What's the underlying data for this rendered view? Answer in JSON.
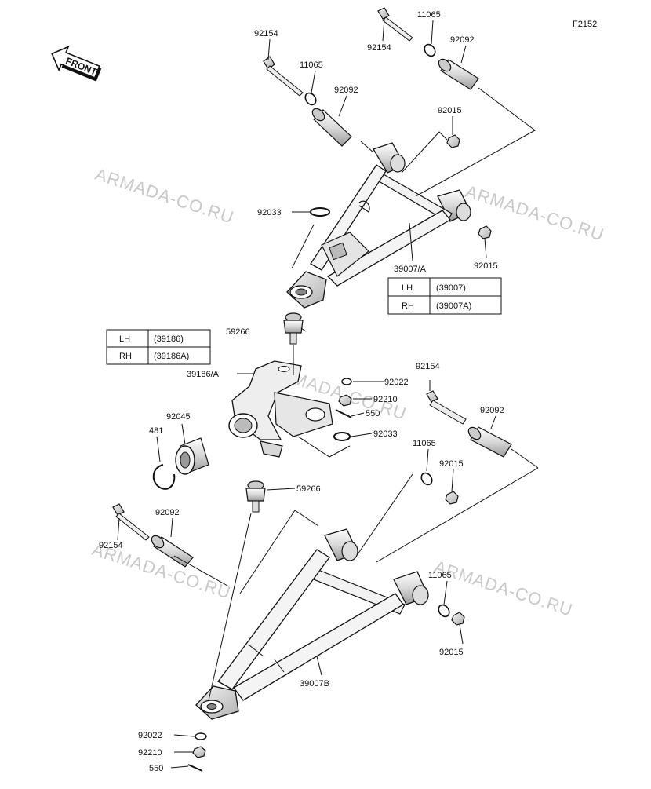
{
  "figure_id": "F2152",
  "front_label": "FRONT",
  "watermark": "ARMADA-CO.RU",
  "tables": {
    "upper_arm": {
      "rows": [
        {
          "side": "LH",
          "part": "(39007)"
        },
        {
          "side": "RH",
          "part": "(39007A)"
        }
      ]
    },
    "knuckle": {
      "rows": [
        {
          "side": "LH",
          "part": "(39186)"
        },
        {
          "side": "RH",
          "part": "(39186A)"
        }
      ]
    }
  },
  "labels": {
    "l92154_a": "92154",
    "l11065_a": "11065",
    "l92092_a": "92092",
    "l92154_b": "92154",
    "l11065_b": "11065",
    "l92092_b": "92092",
    "l92015_a": "92015",
    "l92033_a": "92033",
    "l92015_b": "92015",
    "l39007A": "39007/A",
    "l59266_a": "59266",
    "l39186A": "39186/A",
    "l92022_a": "92022",
    "l92210_a": "92210",
    "l550_a": "550",
    "l92033_b": "92033",
    "l92045": "92045",
    "l481": "481",
    "l92154_c": "92154",
    "l92092_c": "92092",
    "l11065_c": "11065",
    "l92015_c": "92015",
    "l59266_b": "59266",
    "l92092_d": "92092",
    "l92154_d": "92154",
    "l11065_d": "11065",
    "l92015_d": "92015",
    "l39007B": "39007B",
    "l92022_b": "92022",
    "l92210_b": "92210",
    "l550_b": "550"
  }
}
